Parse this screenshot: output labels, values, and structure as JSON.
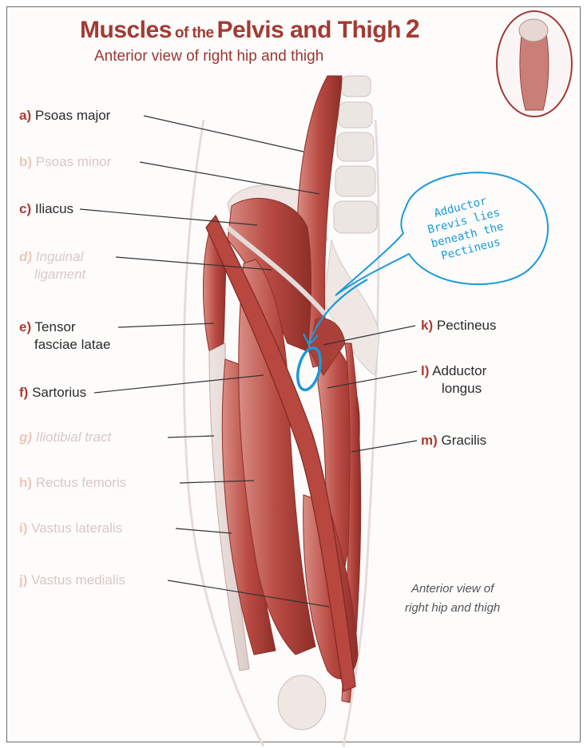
{
  "title": {
    "main_1": "Muscles",
    "small": "of the",
    "main_2": "Pelvis and Thigh",
    "number": "2"
  },
  "subtitle": "Anterior view of right hip and thigh",
  "labels_left": [
    {
      "letter": "a)",
      "text": "Psoas major"
    },
    {
      "letter": "b)",
      "text": "Psoas minor"
    },
    {
      "letter": "c)",
      "text": "Iliacus"
    },
    {
      "letter": "d)",
      "text": "Inguinal",
      "text2": "ligament"
    },
    {
      "letter": "e)",
      "text": "Tensor",
      "text2": "fasciae latae"
    },
    {
      "letter": "f)",
      "text": "Sartorius"
    },
    {
      "letter": "g)",
      "text": "Iliotibial tract"
    },
    {
      "letter": "h)",
      "text": "Rectus femoris"
    },
    {
      "letter": "i)",
      "text": "Vastus lateralis"
    },
    {
      "letter": "j)",
      "text": "Vastus medialis"
    }
  ],
  "labels_right": [
    {
      "letter": "k)",
      "text": "Pectineus"
    },
    {
      "letter": "l)",
      "text": "Adductor",
      "text2": "longus"
    },
    {
      "letter": "m)",
      "text": "Gracilis"
    }
  ],
  "caption": {
    "line1": "Anterior view of",
    "line2": "right hip and thigh"
  },
  "annotation": {
    "line1": "Adductor",
    "line2": "Brevis lies",
    "line3": "beneath the",
    "line4": "Pectineus"
  },
  "colors": {
    "muscle": "#b84a42",
    "title": "#a33a33",
    "annotation": "#1a9ad9",
    "faint_label": "#d9c8c4"
  }
}
